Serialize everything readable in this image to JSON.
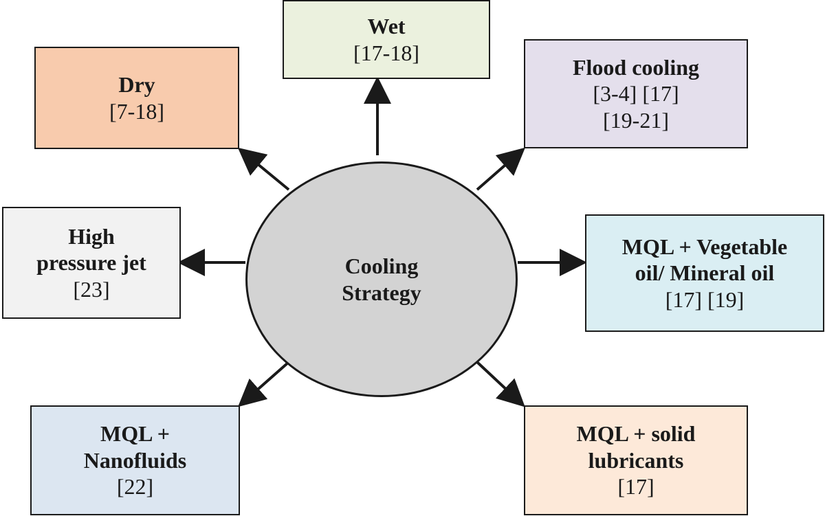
{
  "diagram": {
    "center": {
      "lines": [
        "Cooling",
        "Strategy"
      ],
      "fill": "#d3d3d3"
    },
    "nodes": [
      {
        "id": "wet",
        "title_lines": [
          "Wet"
        ],
        "ref_lines": [
          "[17-18]"
        ],
        "fill": "#ebf1de"
      },
      {
        "id": "dry",
        "title_lines": [
          "Dry"
        ],
        "ref_lines": [
          "[7-18]"
        ],
        "fill": "#f8cbad"
      },
      {
        "id": "flood",
        "title_lines": [
          "Flood cooling"
        ],
        "ref_lines": [
          "[3-4] [17]",
          "[19-21]"
        ],
        "fill": "#e4dfec"
      },
      {
        "id": "hpj",
        "title_lines": [
          "High",
          "pressure jet"
        ],
        "ref_lines": [
          "[23]"
        ],
        "fill": "#f2f2f2"
      },
      {
        "id": "veg",
        "title_lines": [
          "MQL + Vegetable",
          "oil/ Mineral oil"
        ],
        "ref_lines": [
          "[17] [19]"
        ],
        "fill": "#daeef3"
      },
      {
        "id": "nano",
        "title_lines": [
          "MQL +",
          "Nanofluids"
        ],
        "ref_lines": [
          "[22]"
        ],
        "fill": "#dce6f1"
      },
      {
        "id": "solid",
        "title_lines": [
          "MQL + solid",
          "lubricants"
        ],
        "ref_lines": [
          "[17]"
        ],
        "fill": "#fde9d9"
      }
    ],
    "stroke_color": "#1a1a1a"
  }
}
